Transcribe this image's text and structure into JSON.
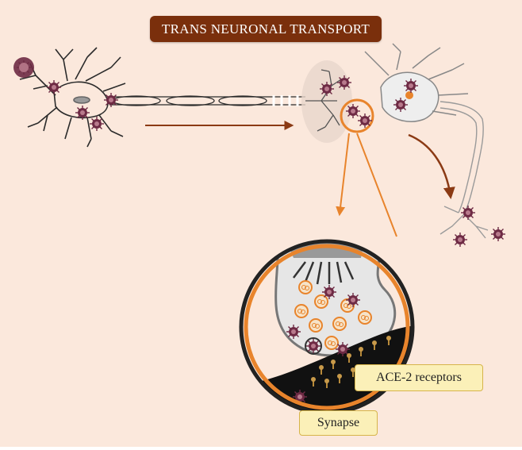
{
  "title": "TRANS NEURONAL TRANSPORT",
  "labels": {
    "ace2": "ACE-2 receptors",
    "synapse": "Synapse"
  },
  "colors": {
    "background": "#fbe8dc",
    "title_bg": "#7a2f0c",
    "arrow_brown": "#8b3a14",
    "arrow_orange": "#e8842c",
    "virus": "#6e2a44",
    "neuron_line": "#2b2b2b",
    "label_bg": "#fbf0b8"
  },
  "icons": [
    "virus-icon",
    "neuron-icon",
    "synapse-icon",
    "receptor-icon"
  ]
}
